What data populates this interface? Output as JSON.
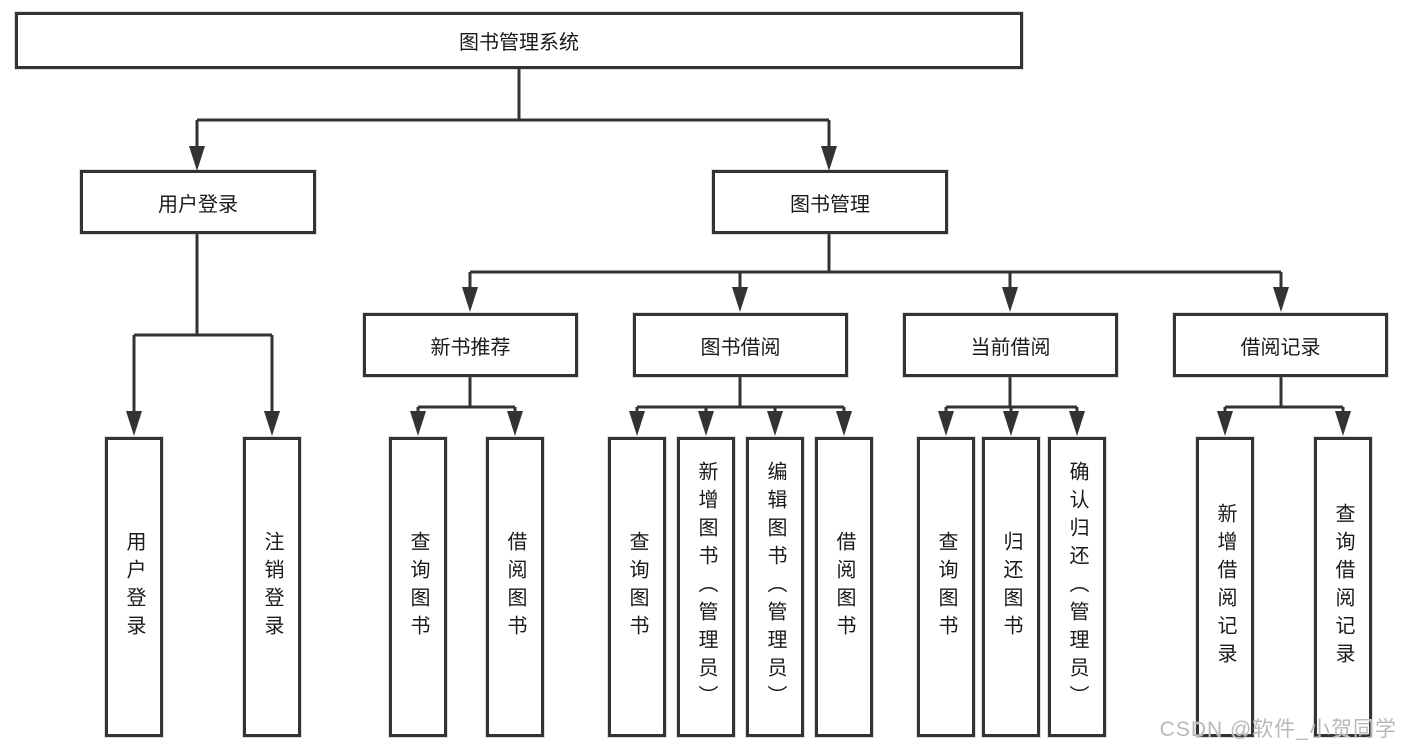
{
  "diagram_type": "hierarchy",
  "colors": {
    "line": "#333333",
    "box_border": "#333333",
    "box_fill": "#ffffff",
    "text": "#1a1a1a",
    "watermark": "#b9b9b9"
  },
  "tree": {
    "label": "图书管理系统",
    "children": [
      {
        "label": "用户登录",
        "children": [
          {
            "label": "用户登录"
          },
          {
            "label": "注销登录"
          }
        ]
      },
      {
        "label": "图书管理",
        "children": [
          {
            "label": "新书推荐",
            "children": [
              {
                "label": "查询图书"
              },
              {
                "label": "借阅图书"
              }
            ]
          },
          {
            "label": "图书借阅",
            "children": [
              {
                "label": "查询图书"
              },
              {
                "label": "新增图书（管理员）"
              },
              {
                "label": "编辑图书（管理员）"
              },
              {
                "label": "借阅图书"
              }
            ]
          },
          {
            "label": "当前借阅",
            "children": [
              {
                "label": "查询图书"
              },
              {
                "label": "归还图书"
              },
              {
                "label": "确认归还（管理员）"
              }
            ]
          },
          {
            "label": "借阅记录",
            "children": [
              {
                "label": "新增借阅记录"
              },
              {
                "label": "查询借阅记录"
              }
            ]
          }
        ]
      }
    ]
  },
  "watermark": {
    "text": "CSDN @软件_小贺同学"
  }
}
